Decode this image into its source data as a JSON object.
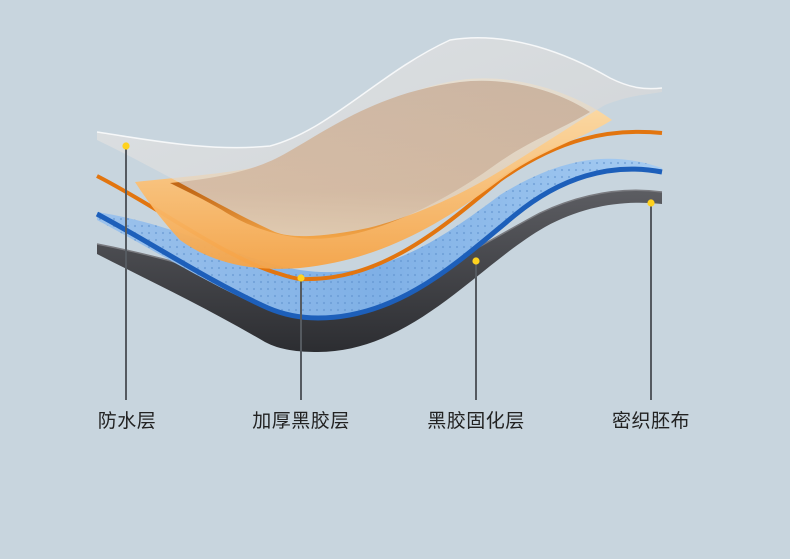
{
  "diagram": {
    "layers": [
      {
        "id": "waterproof",
        "label": "防水层",
        "color": "#e0e0e0"
      },
      {
        "id": "thick-adhesive",
        "label": "加厚黑胶层",
        "color": "#e67e22"
      },
      {
        "id": "adhesive-curing",
        "label": "黑胶固化层",
        "color": "#2f6fc1"
      },
      {
        "id": "dense-fabric",
        "label": "密织胚布",
        "color": "#3f4045"
      }
    ],
    "marker_color": "#ffd21e",
    "background": "#c8d5de"
  }
}
